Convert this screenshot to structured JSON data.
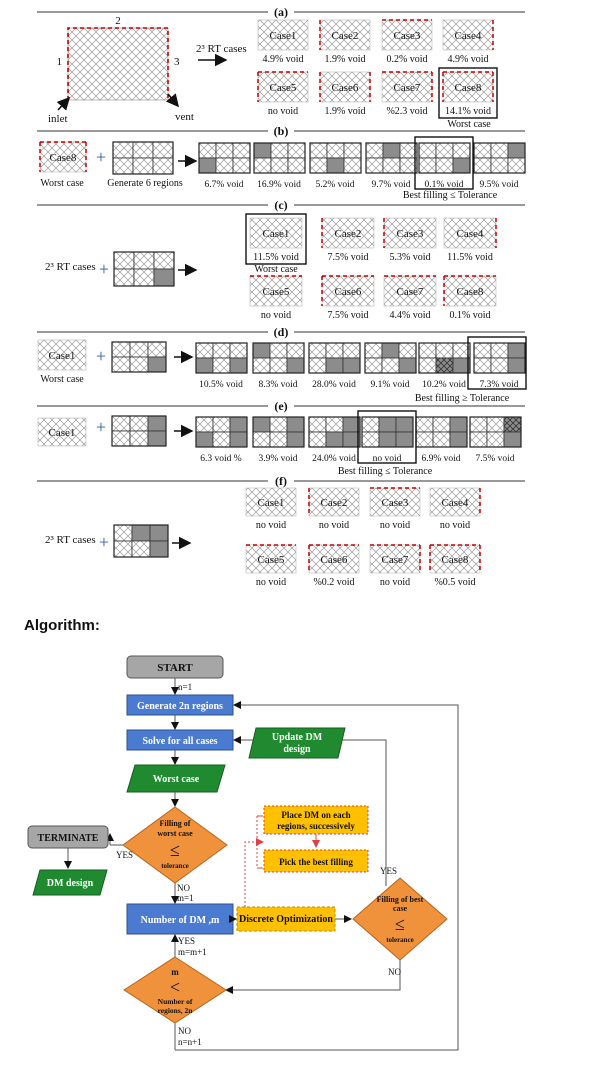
{
  "panels": {
    "a": {
      "label": "(a)",
      "edges": [
        "1",
        "2",
        "3"
      ],
      "inlet": "inlet",
      "vent": "vent",
      "rt_cases": "2³ RT cases",
      "cases": [
        {
          "name": "Case1",
          "void": "4.9% void"
        },
        {
          "name": "Case2",
          "void": "1.9% void"
        },
        {
          "name": "Case3",
          "void": "0.2% void"
        },
        {
          "name": "Case4",
          "void": "4.9% void"
        },
        {
          "name": "Case5",
          "void": "no void"
        },
        {
          "name": "Case6",
          "void": "1.9% void"
        },
        {
          "name": "Case7",
          "void": "%2.3 void"
        },
        {
          "name": "Case8",
          "void": "14.1% void"
        }
      ],
      "worst_label": "Worst case"
    },
    "b": {
      "label": "(b)",
      "case_name": "Case8",
      "worst_label": "Worst case",
      "generate": "Generate 6 regions",
      "voids": [
        "6.7% void",
        "16.9% void",
        "5.2% void",
        "9.7% void",
        "0.1% void",
        "9.5% void"
      ],
      "best_label": "Best filling ≤ Tolerance"
    },
    "c": {
      "label": "(c)",
      "rt_cases": "2³ RT cases",
      "cases": [
        {
          "name": "Case1",
          "void": "11.5% void"
        },
        {
          "name": "Case2",
          "void": "7.5% void"
        },
        {
          "name": "Case3",
          "void": "5.3% void"
        },
        {
          "name": "Case4",
          "void": "11.5% void"
        },
        {
          "name": "Case5",
          "void": "no void"
        },
        {
          "name": "Case6",
          "void": "7.5% void"
        },
        {
          "name": "Case7",
          "void": "4.4% void"
        },
        {
          "name": "Case8",
          "void": "0.1% void"
        }
      ],
      "worst_label": "Worst case"
    },
    "d": {
      "label": "(d)",
      "case_name": "Case1",
      "worst_label": "Worst case",
      "voids": [
        "10.5% void",
        "8.3% void",
        "28.0% void",
        "9.1% void",
        "10.2% void",
        "7.3% void"
      ],
      "best_label": "Best filling ≥ Tolerance"
    },
    "e": {
      "label": "(e)",
      "case_name": "Case1",
      "voids": [
        "6.3 void %",
        "3.9% void",
        "24.0% void",
        "no void",
        "6.9% void",
        "7.5% void"
      ],
      "best_label": "Best filling ≤ Tolerance"
    },
    "f": {
      "label": "(f)",
      "rt_cases": "2³ RT cases",
      "cases": [
        {
          "name": "Case1",
          "void": "no void"
        },
        {
          "name": "Case2",
          "void": "no void"
        },
        {
          "name": "Case3",
          "void": "no void"
        },
        {
          "name": "Case4",
          "void": "no void"
        },
        {
          "name": "Case5",
          "void": "no void"
        },
        {
          "name": "Case6",
          "void": "%0.2 void"
        },
        {
          "name": "Case7",
          "void": "no void"
        },
        {
          "name": "Case8",
          "void": "%0.5 void"
        }
      ]
    }
  },
  "algorithm": {
    "heading": "Algorithm:",
    "start": "START",
    "n1": "n=1",
    "generate": "Generate 2n regions",
    "solve": "Solve for all cases",
    "worst": "Worst case",
    "update_line1": "Update DM",
    "update_line2": "design",
    "filling_l1": "Filling of",
    "filling_l2": "worst case",
    "tolerance": "tolerance",
    "le": "≤",
    "lt": "<",
    "yes": "YES",
    "no": "NO",
    "terminate": "TERMINATE",
    "dm_design": "DM design",
    "no_m1": "NO",
    "m1": "m=1",
    "number_dm": "Number of DM ,m",
    "discrete": "Discrete Optimization",
    "place_l1": "Place DM on each",
    "place_l2": "regions, successively",
    "pick": "Pick the best filling",
    "best_l1": "Filling of best",
    "best_l2": "case",
    "yes_mm": "YES",
    "mm1": "m=m+1",
    "m_label": "m",
    "num_regions_l1": "Number of",
    "num_regions_l2": "regions, 2n",
    "no_nn": "NO",
    "nn1": "n=n+1"
  },
  "colors": {
    "blue": "#4a7bd0",
    "green": "#1f8a2f",
    "orange": "#f0923b",
    "yellow": "#ffc000",
    "gray": "#a6a6a6",
    "red_dash": "#c00000",
    "dark_cell": "#8c8c8c"
  }
}
